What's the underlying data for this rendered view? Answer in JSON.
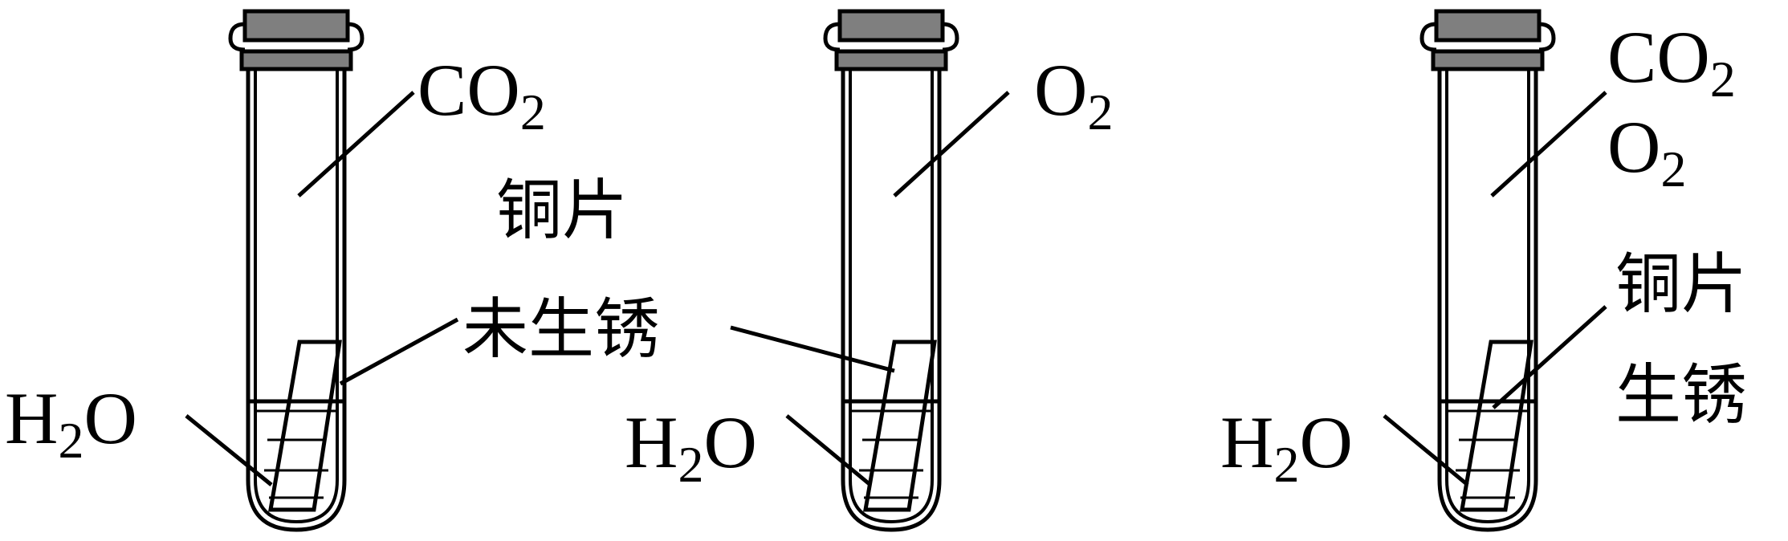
{
  "labels": {
    "t1_gas": "CO",
    "t1_gas_sub": "2",
    "t2_gas": "O",
    "t2_gas_sub": "2",
    "t3_gas_a": "CO",
    "t3_gas_a_sub": "2",
    "t3_gas_b": "O",
    "t3_gas_b_sub": "2",
    "water": "H",
    "water_sub": "2",
    "water_tail": "O",
    "copper_label": "铜片",
    "no_rust_label": "未生锈",
    "copper_label_3": "铜片",
    "rusted_label": "生锈"
  }
}
